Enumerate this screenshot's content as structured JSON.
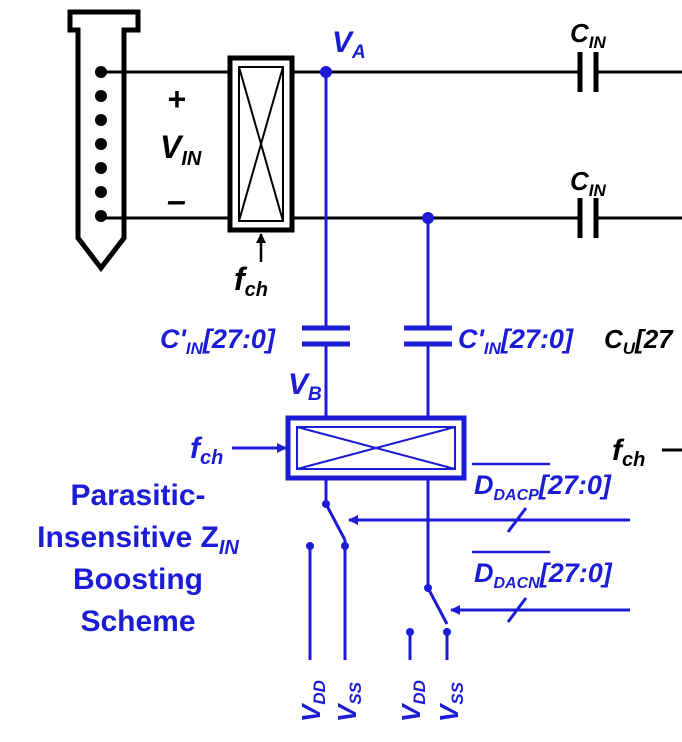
{
  "colors": {
    "black": "#000000",
    "blue": "#1c1cd6",
    "background": "#ffffff"
  },
  "labels": {
    "va": {
      "main": "V",
      "sub": "A"
    },
    "vb": {
      "main": "V",
      "sub": "B"
    },
    "vin": {
      "main": "V",
      "sub": "IN"
    },
    "plus": "+",
    "minus": "–",
    "fch_top": {
      "main": "f",
      "sub": "ch"
    },
    "fch_left": {
      "main": "f",
      "sub": "ch"
    },
    "fch_right": {
      "main": "f",
      "sub": "ch"
    },
    "cin_top": {
      "main": "C",
      "sub": "IN"
    },
    "cin_bottom": {
      "main": "C",
      "sub": "IN"
    },
    "cprime_left": {
      "main": "C'",
      "sub": "IN",
      "suffix": "[27:0]"
    },
    "cprime_right": {
      "main": "C'",
      "sub": "IN",
      "suffix": "[27:0]"
    },
    "cu": {
      "main": "C",
      "sub": "U",
      "suffix": "[27"
    },
    "ddacp": {
      "main": "D",
      "sub": "DACP",
      "suffix": "[27:0]"
    },
    "ddacn": {
      "main": "D",
      "sub": "DACN",
      "suffix": "[27:0]"
    },
    "vdd_left": {
      "main": "V",
      "sub": "DD"
    },
    "vss_left": {
      "main": "V",
      "sub": "SS"
    },
    "vdd_right": {
      "main": "V",
      "sub": "DD"
    },
    "vss_right": {
      "main": "V",
      "sub": "SS"
    }
  },
  "caption": {
    "line1": "Parasitic-",
    "line2_main": "Insensitive Z",
    "line2_sub": "IN",
    "line3": "Boosting",
    "line4": "Scheme"
  },
  "icons": [
    "electrode-probe-icon",
    "chopper-switch-icon",
    "capacitor-icon",
    "spdt-switch-icon",
    "arrow-icon"
  ]
}
